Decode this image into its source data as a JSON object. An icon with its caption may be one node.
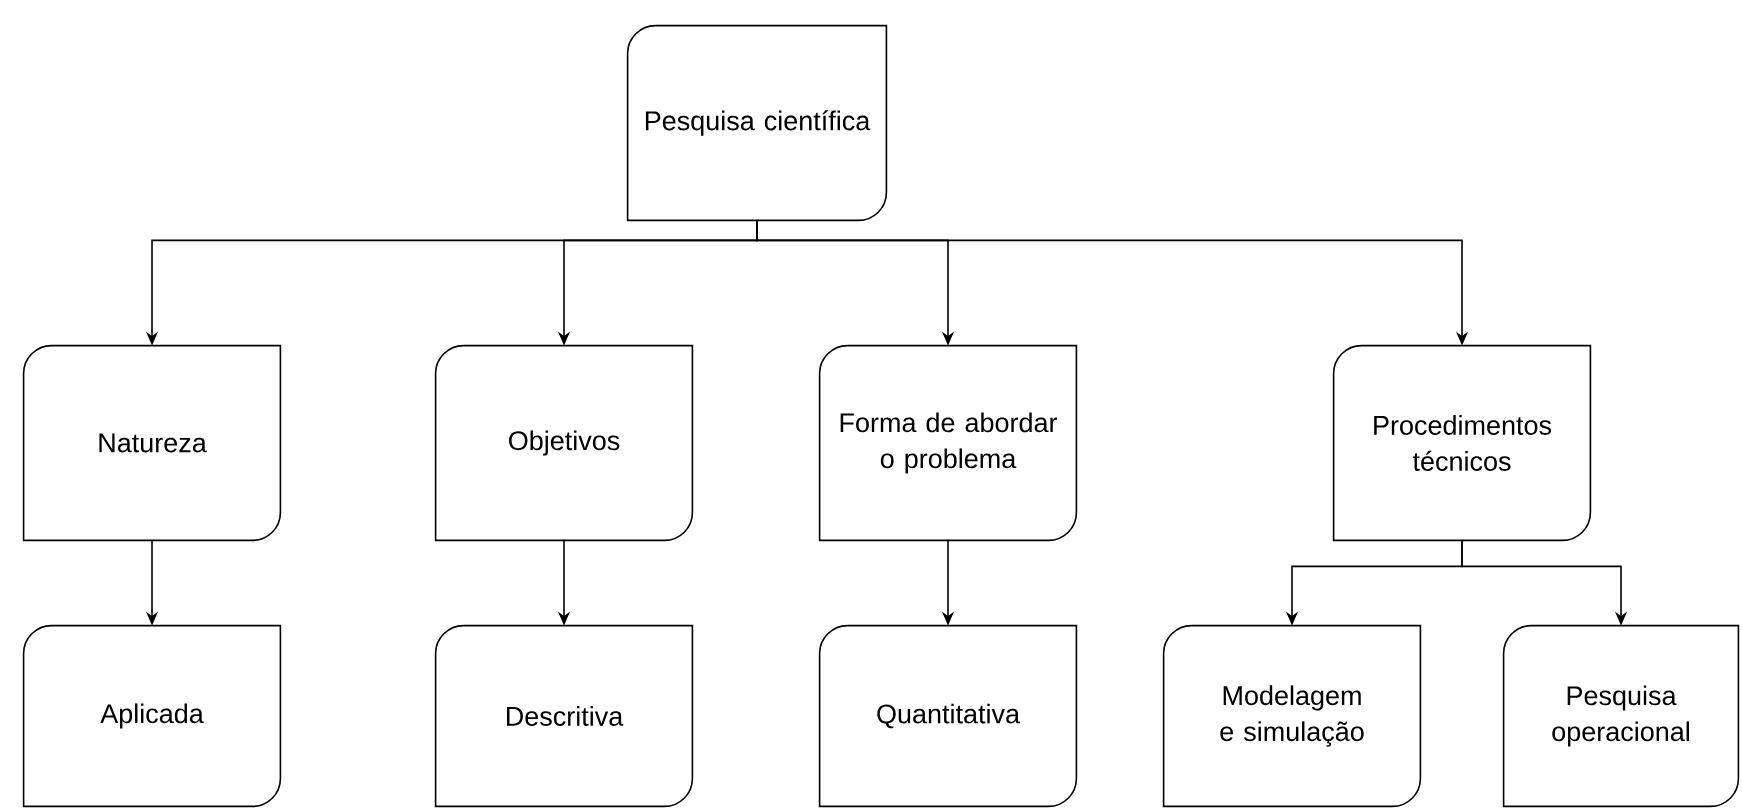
{
  "diagram": {
    "nodes": [
      {
        "text": [
          "Pesquisa científica"
        ]
      },
      {
        "text": [
          "Natureza"
        ]
      },
      {
        "text": [
          "Objetivos"
        ]
      },
      {
        "text": [
          "Forma de abordar o problema"
        ]
      },
      {
        "text": [
          "Procedimentos técnicos"
        ]
      },
      {
        "text": [
          "Aplicada"
        ]
      },
      {
        "text": [
          "Descritiva"
        ]
      },
      {
        "text": [
          "Quantitativa"
        ]
      },
      {
        "text": [
          "Modelagem e simulação"
        ]
      },
      {
        "text": [
          "Pesquisa operacional"
        ]
      }
    ],
    "edges": [
      {
        "from": 0,
        "to": 1,
        "arrow": "to"
      },
      {
        "from": 0,
        "to": 2,
        "arrow": "to"
      },
      {
        "from": 0,
        "to": 3,
        "arrow": "to"
      },
      {
        "from": 0,
        "to": 4,
        "arrow": "to"
      },
      {
        "from": 1,
        "to": 5,
        "arrow": "to"
      },
      {
        "from": 2,
        "to": 6,
        "arrow": "to"
      },
      {
        "from": 3,
        "to": 7,
        "arrow": "to"
      },
      {
        "from": 4,
        "to": 8,
        "arrow": "to"
      },
      {
        "from": 4,
        "to": 9,
        "arrow": "to"
      }
    ]
  }
}
